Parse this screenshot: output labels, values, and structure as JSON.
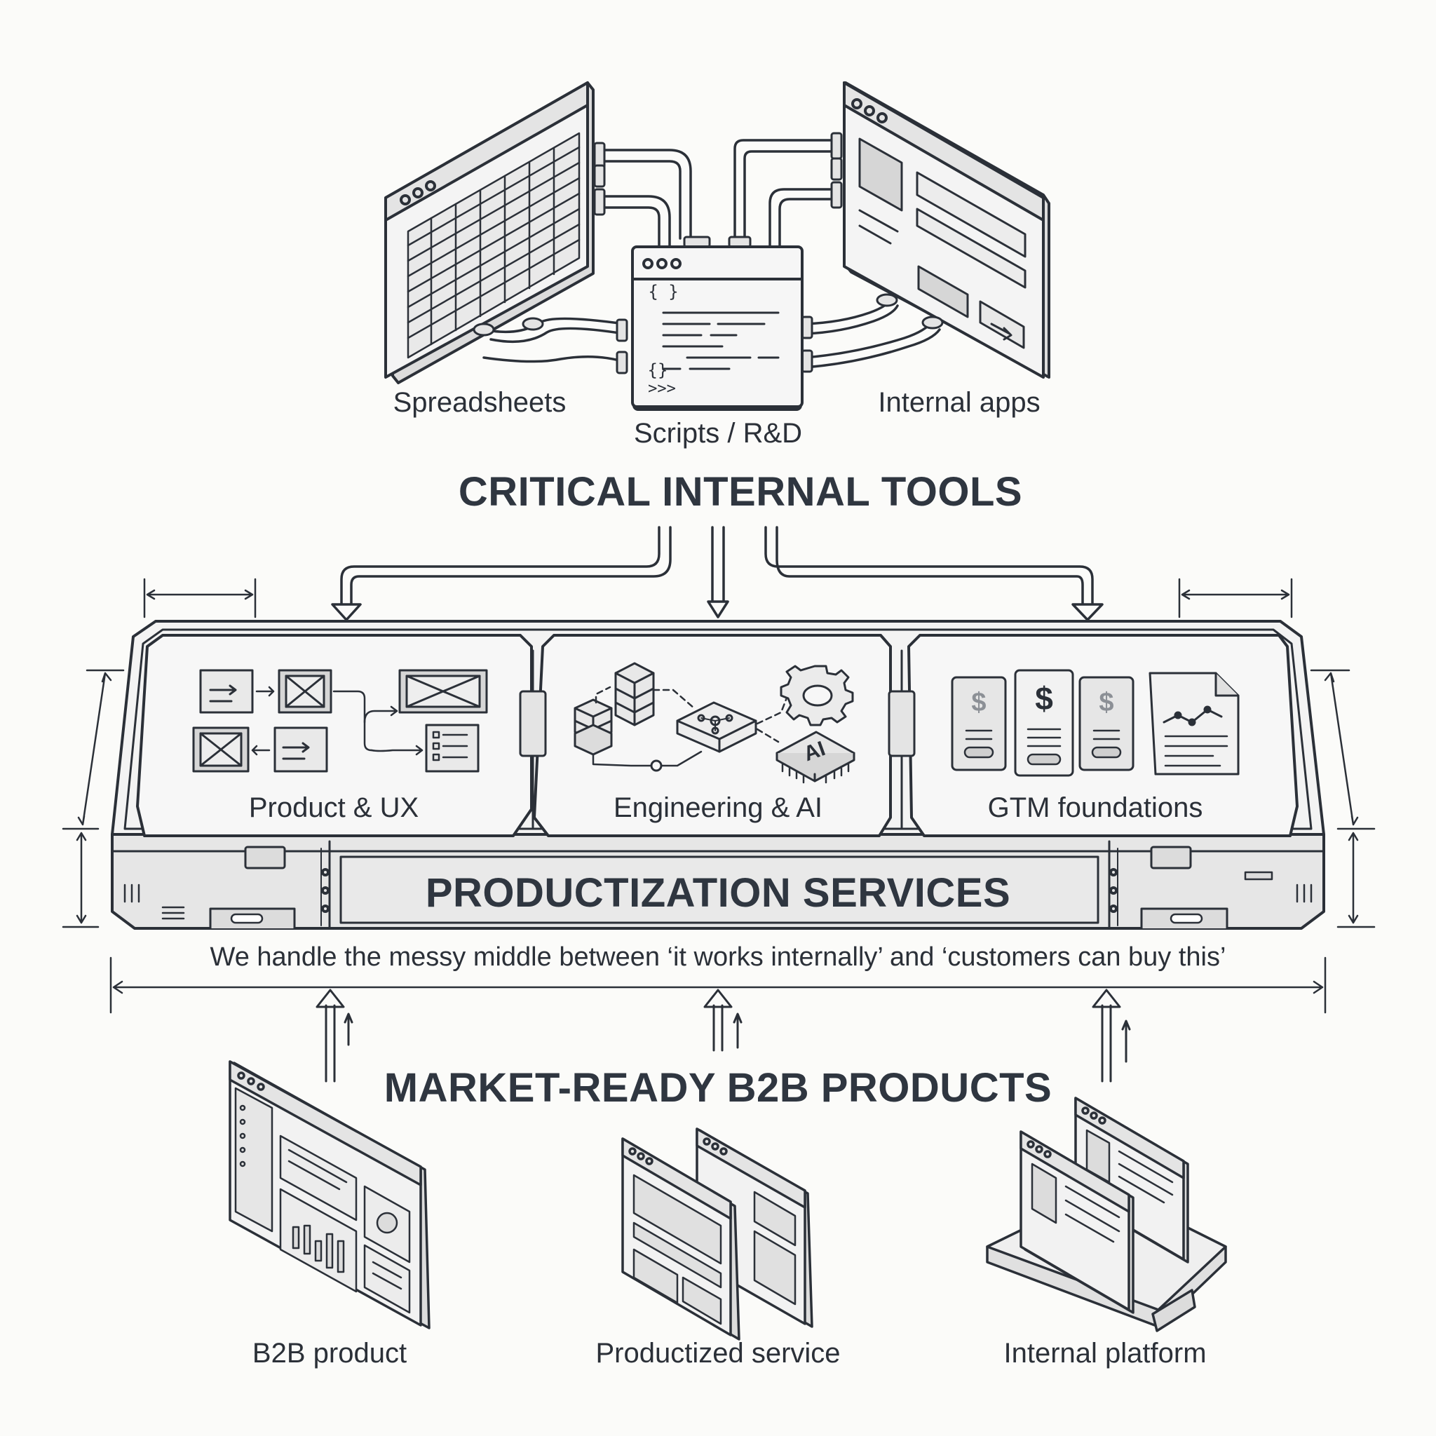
{
  "top": {
    "spreadsheets": "Spreadsheets",
    "scripts": "Scripts / R&D",
    "internal_apps": "Internal apps",
    "code_brace_top": "{ }",
    "code_brace_bottom": "{}",
    "code_prompt": ">>>",
    "heading": "CRITICAL INTERNAL TOOLS"
  },
  "platform": {
    "heading": "PRODUCTIZATION SERVICES",
    "panels": [
      {
        "label": "Product & UX"
      },
      {
        "label": "Engineering & AI"
      },
      {
        "label": "GTM foundations"
      }
    ],
    "ai_chip": "AI",
    "price_symbol": "$",
    "tagline": "We handle the messy middle between ‘it works internally’ and ‘customers can buy this’"
  },
  "bottom": {
    "heading": "MARKET-READY B2B PRODUCTS",
    "items": [
      {
        "label": "B2B product"
      },
      {
        "label": "Productized service"
      },
      {
        "label": "Internal platform"
      }
    ]
  },
  "colors": {
    "ink": "#2b3038",
    "fill": "#f2f2f2",
    "mid": "#dcdcdc",
    "background": "#fbfbf9"
  }
}
